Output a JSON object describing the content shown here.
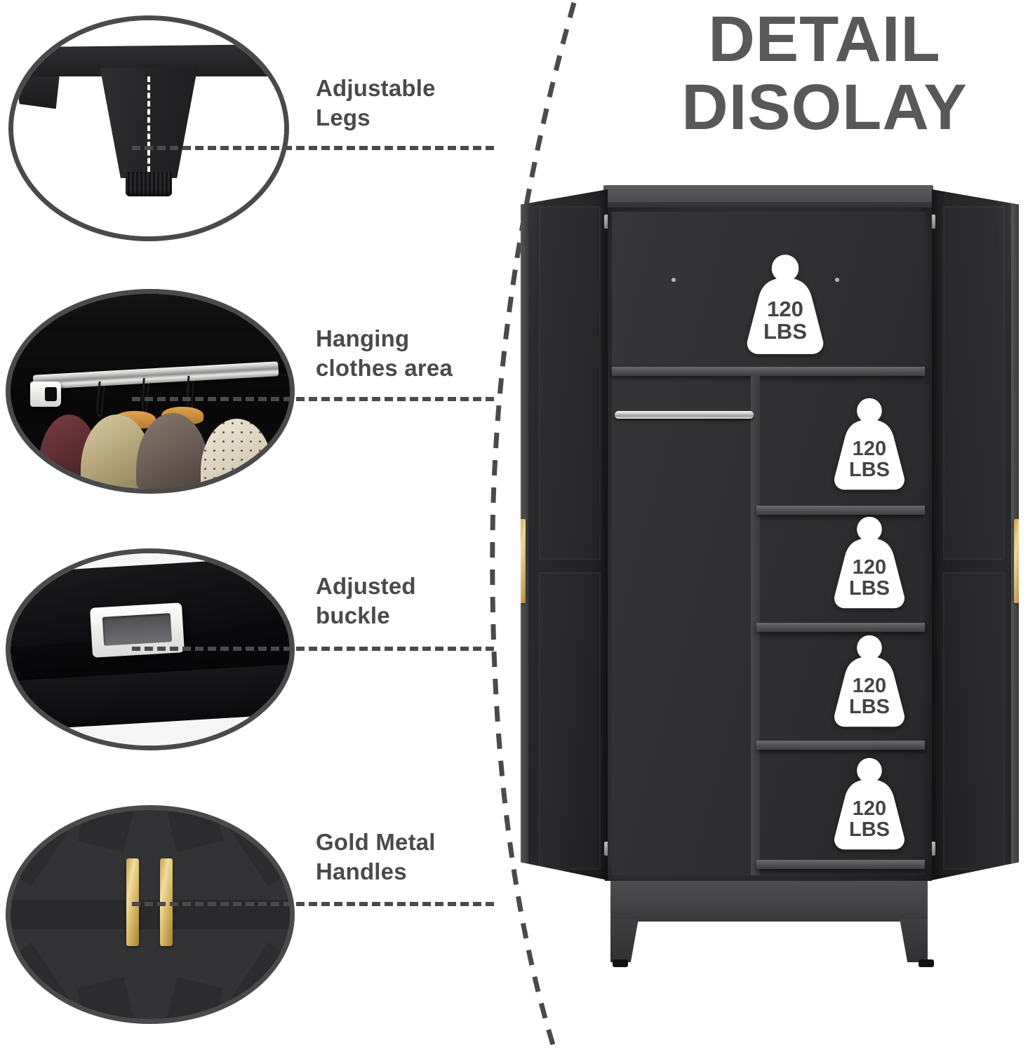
{
  "title": {
    "line1": "DETAIL",
    "line2": "DISOLAY"
  },
  "accent_colors": {
    "text_gray": "#4a4a4c",
    "title_gray": "#58585a",
    "cabinet_dark": "#2f2f31",
    "gold": "#d8b766",
    "badge_white": "#ffffff"
  },
  "features": [
    {
      "id": "adjustable-legs",
      "label": "Adjustable\nLegs",
      "icon": "leg-detail-image"
    },
    {
      "id": "hanging-clothes",
      "label": "Hanging\nclothes area",
      "icon": "hanging-clothes-image"
    },
    {
      "id": "adjusted-buckle",
      "label": "Adjusted\nbuckle",
      "icon": "buckle-detail-image"
    },
    {
      "id": "gold-handles",
      "label": "Gold Metal\nHandles",
      "icon": "gold-handles-image"
    }
  ],
  "cabinet": {
    "name": "2-door metal wardrobe cabinet, doors open",
    "shelf_capacity_label": "120 LBS",
    "weight_badges": [
      {
        "position": "top-compartment",
        "amount": "120",
        "unit": "LBS"
      },
      {
        "position": "right-shelf-1",
        "amount": "120",
        "unit": "LBS"
      },
      {
        "position": "right-shelf-2",
        "amount": "120",
        "unit": "LBS"
      },
      {
        "position": "right-shelf-3",
        "amount": "120",
        "unit": "LBS"
      },
      {
        "position": "right-shelf-4",
        "amount": "120",
        "unit": "LBS"
      }
    ],
    "parts": [
      "top-shelf",
      "hanging-rod",
      "vertical-divider",
      "right-shelves",
      "left-door",
      "right-door",
      "gold-handles",
      "plinth-base",
      "adjustable-feet"
    ]
  }
}
